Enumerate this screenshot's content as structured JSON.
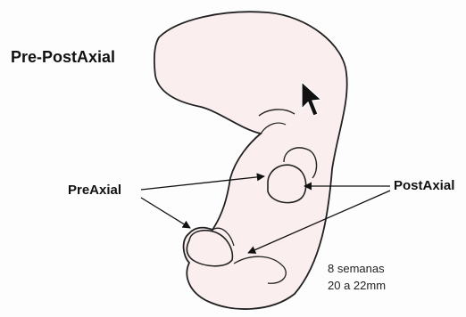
{
  "title": "Pre-PostAxial",
  "labels": {
    "pre_axial": "PreAxial",
    "post_axial": "PostAxial"
  },
  "note": {
    "line1": "8 semanas",
    "line2": "20 a 22mm"
  },
  "colors": {
    "embryo_fill": "#fbeeef",
    "outline": "#222222",
    "arrow": "#111111",
    "text": "#111111"
  }
}
